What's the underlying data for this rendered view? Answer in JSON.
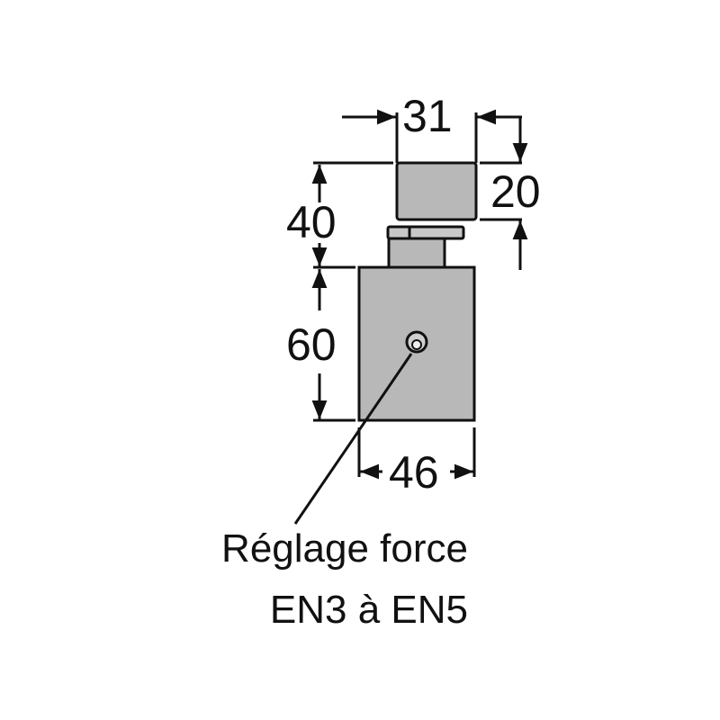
{
  "dimensions": {
    "top_width": "31",
    "top_height": "20",
    "upper_height": "40",
    "body_height": "60",
    "body_width": "46"
  },
  "caption": {
    "line1": "Réglage force",
    "line2": "EN3 à EN5"
  },
  "colors": {
    "body_fill": "#b8b8b8",
    "line": "#111111"
  }
}
